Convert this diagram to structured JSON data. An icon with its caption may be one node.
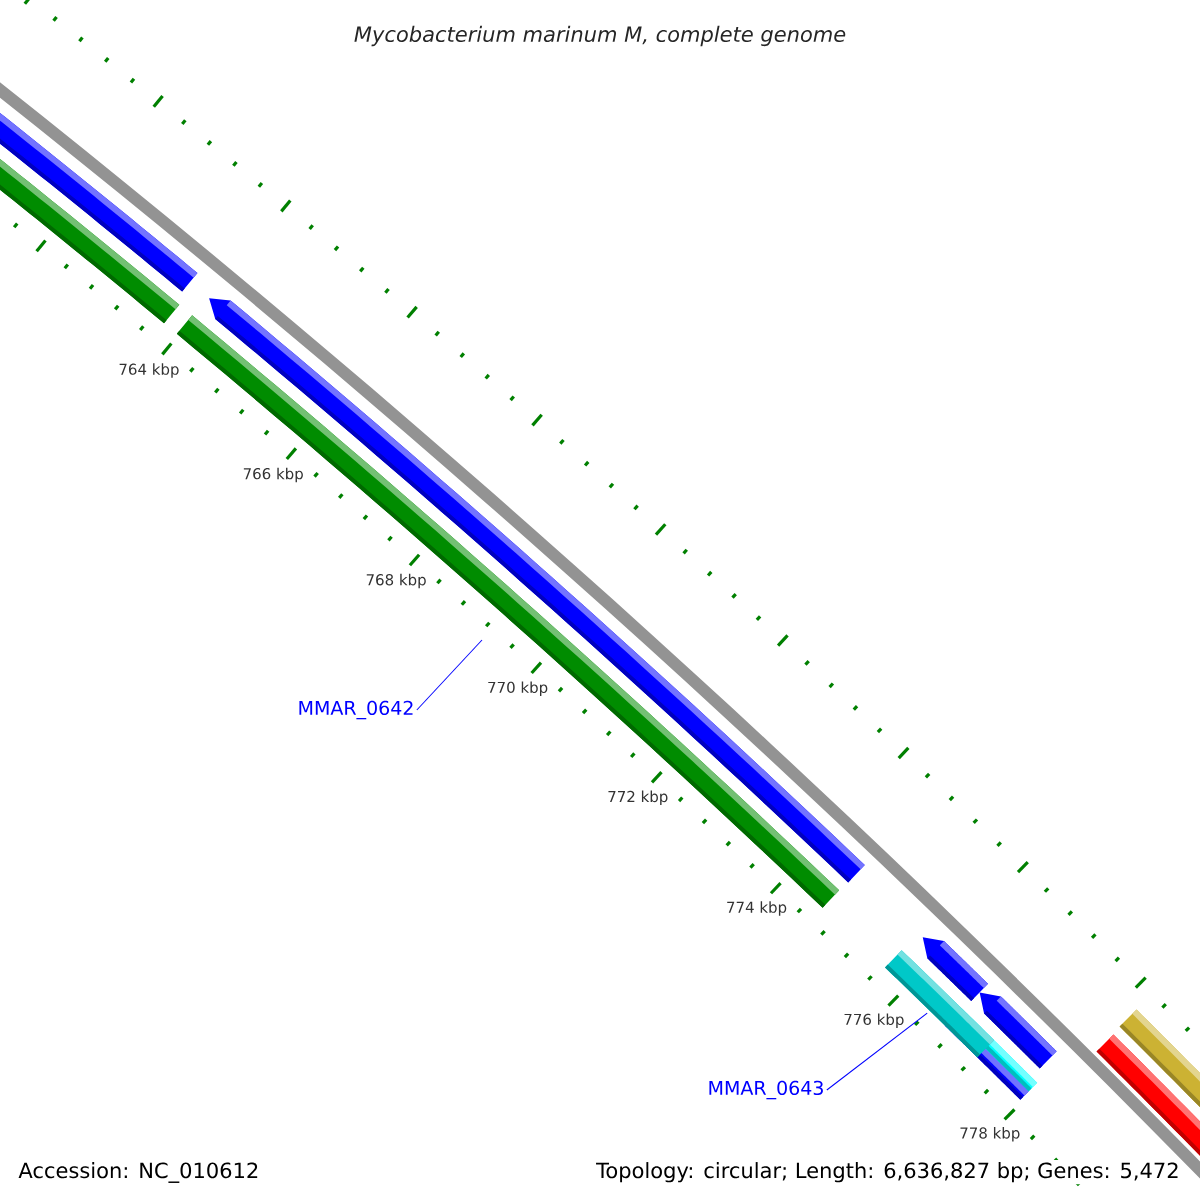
{
  "diagram": {
    "title": "Mycobacterium marinum M, complete genome",
    "nodes": [
      {
        "text": [
          "MMAR_0642"
        ]
      },
      {
        "text": [
          "MMAR_0643"
        ]
      },
      {
        "text": [],
        "shape": "bar"
      }
    ],
    "edges": [
      {
        "from": 0,
        "to": null,
        "arrow": "none"
      },
      {
        "from": 1,
        "to": 2,
        "arrow": "none"
      }
    ],
    "labels": [
      "764 kbp",
      "766 kbp",
      "768 kbp",
      "770 kbp",
      "772 kbp",
      "774 kbp",
      "776 kbp",
      "778 kbp",
      "Accession: NC_010612",
      "Topology: circular; Length: 6,636,827 bp; Genes: 5,472"
    ]
  }
}
